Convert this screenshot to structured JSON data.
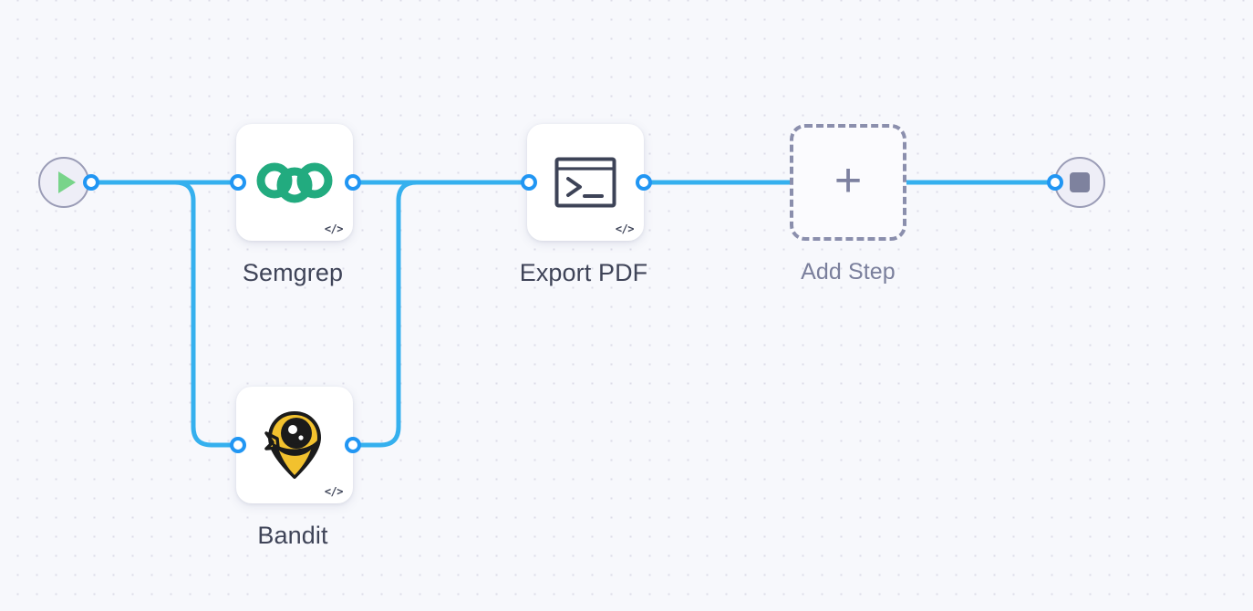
{
  "canvas": {
    "background_color": "#f7f8fc",
    "dot_color": "#dcdce8",
    "edge_color": "#35b0ee",
    "port_color": "#2196f3",
    "grid_spacing": 21
  },
  "start_node": {
    "name": "start",
    "icon": "play-icon",
    "icon_color": "#78d48a",
    "circle_fill": "#eeeef7",
    "circle_border": "#9a9cb6"
  },
  "end_node": {
    "name": "end",
    "icon": "stop-icon",
    "icon_color": "#7e829e",
    "circle_fill": "#eeeef7",
    "circle_border": "#9a9cb6"
  },
  "steps": [
    {
      "id": "semgrep",
      "label": "Semgrep",
      "icon": "semgrep-logo-icon",
      "icon_color": "#22ab7f",
      "badge": "</>",
      "label_color": "#3f4458"
    },
    {
      "id": "bandit",
      "label": "Bandit",
      "icon": "bandit-logo-icon",
      "icon_color": "#f2c12e",
      "badge": "</>",
      "label_color": "#3f4458"
    },
    {
      "id": "export-pdf",
      "label": "Export PDF",
      "icon": "terminal-icon",
      "icon_color": "#3d4357",
      "badge": "</>",
      "label_color": "#3f4458"
    }
  ],
  "add_step": {
    "id": "add-step",
    "label": "Add Step",
    "icon": "plus-icon",
    "border_color": "#8b8fad",
    "label_color": "#7a7f9c"
  }
}
